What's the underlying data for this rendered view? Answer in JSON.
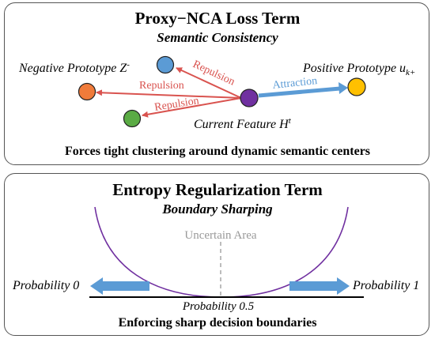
{
  "top": {
    "title": "Proxy−NCA Loss Term",
    "subtitle": "Semantic Consistency",
    "negative_label": "Negative Prototype Z",
    "negative_sup": "-",
    "positive_label": "Positive Prototype u",
    "positive_sub": "k+",
    "current_label": "Current Feature H",
    "current_sup": "t",
    "repulsion_1": "Repulsion",
    "repulsion_2": "Repulsion",
    "repulsion_3": "Repulsion",
    "attraction": "Attraction",
    "caption": "Forces tight clustering around dynamic semantic centers",
    "colors": {
      "negative_orange": "#f07b3a",
      "negative_blue": "#5b9bd5",
      "negative_green": "#5aab44",
      "positive": "#ffc000",
      "current": "#7030a0",
      "repulsion": "#d9534f",
      "attraction": "#5b9bd5"
    }
  },
  "bottom": {
    "title": "Entropy Regularization Term",
    "subtitle": "Boundary Sharping",
    "uncertain_label": "Uncertain Area",
    "prob_0": "Probability 0",
    "prob_1": "Probability 1",
    "prob_mid": "Probability 0.5",
    "caption": "Enforcing sharp decision boundaries",
    "colors": {
      "curve": "#7030a0",
      "arrow": "#5b9bd5",
      "uncertain_text": "#999999"
    }
  }
}
